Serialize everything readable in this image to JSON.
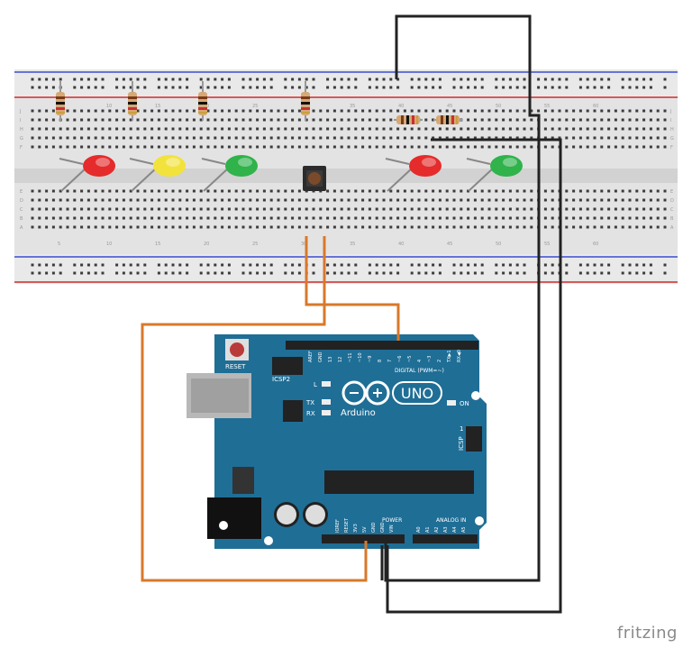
{
  "breadboard": {
    "row_letters_top": [
      "J",
      "I",
      "H",
      "G",
      "F"
    ],
    "row_letters_bottom": [
      "E",
      "D",
      "C",
      "B",
      "A"
    ],
    "column_numbers": [
      "5",
      "10",
      "15",
      "20",
      "25",
      "30",
      "35",
      "40",
      "45",
      "50",
      "55",
      "60"
    ]
  },
  "leds": [
    {
      "color": "red",
      "hex": "#e52b2b"
    },
    {
      "color": "yellow",
      "hex": "#f2e23c"
    },
    {
      "color": "green",
      "hex": "#2fb34a"
    },
    {
      "color": "red",
      "hex": "#e52b2b"
    },
    {
      "color": "green",
      "hex": "#2fb34a"
    }
  ],
  "arduino": {
    "reset_label": "RESET",
    "icsp2_label": "ICSP2",
    "icsp_label": "ICSP",
    "brand": "Arduino",
    "model": "UNO",
    "l_label": "L",
    "tx_label": "TX",
    "rx_label": "RX",
    "on_label": "ON",
    "digital_label": "DIGITAL (PWM=~)",
    "power_label": "POWER",
    "analog_label": "ANALOG IN",
    "aref_label": "AREF",
    "gnd_label": "GND",
    "digital_pins": [
      "13",
      "12",
      "~11",
      "~10",
      "~9",
      "8",
      "7",
      "~6",
      "~5",
      "4",
      "~3",
      "2",
      "TX▶1",
      "RX◀0"
    ],
    "power_pins": [
      "IOREF",
      "RESET",
      "3V3",
      "5V",
      "GND",
      "GND",
      "VIN"
    ],
    "analog_pins": [
      "A0",
      "A1",
      "A2",
      "A3",
      "A4",
      "A5"
    ],
    "one_label": "1"
  },
  "colors": {
    "board": "#1f6e96",
    "wire_orange": "#d9782a",
    "wire_black": "#222222",
    "hole_green": "#3bb54a"
  },
  "watermark": "fritzing"
}
